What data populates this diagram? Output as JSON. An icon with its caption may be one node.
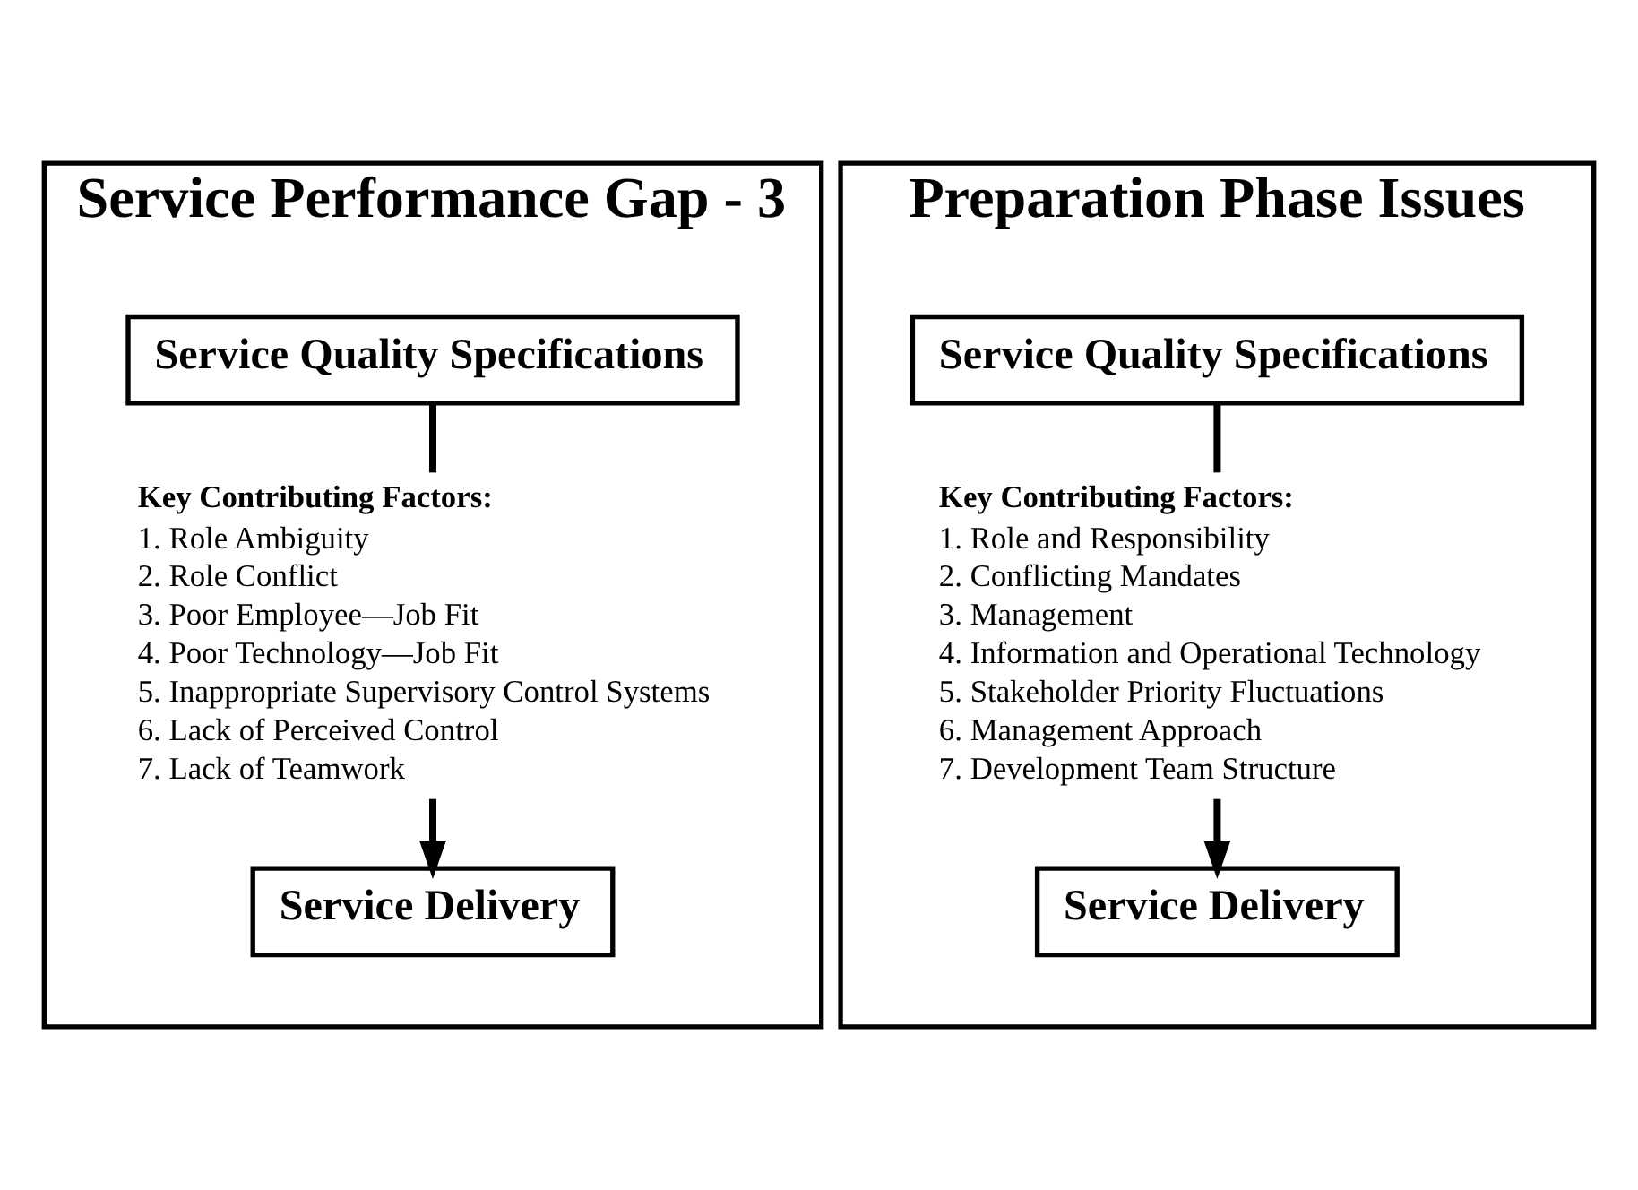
{
  "diagram": {
    "nodes": [
      {
        "text": [
          "Service Performance Gap - 3"
        ]
      },
      {
        "text": [
          "Service Quality Specifications"
        ],
        "in": 0
      },
      {
        "text": [
          "Key Contributing Factors:",
          "1. Role Ambiguity",
          "2. Role Conflict",
          "3. Poor Employee—Job Fit",
          "4. Poor Technology—Job Fit",
          "5. Inappropriate Supervisory Control Systems",
          "6. Lack of Perceived Control",
          "7. Lack of Teamwork"
        ],
        "in": 0
      },
      {
        "text": [
          "Service Delivery"
        ],
        "in": 0
      },
      {
        "text": [
          "Preparation Phase Issues"
        ]
      },
      {
        "text": [
          "Service Quality Specifications"
        ],
        "in": 4
      },
      {
        "text": [
          "Key Contributing Factors:",
          "1. Role and Responsibility",
          "2. Conflicting Mandates",
          "3. Management",
          "4. Information and Operational Technology",
          "5. Stakeholder Priority Fluctuations",
          "6. Management Approach",
          "7. Development Team Structure"
        ],
        "in": 4
      },
      {
        "text": [
          "Service Delivery"
        ],
        "in": 4
      }
    ],
    "edges": [
      {
        "from": 1,
        "to": 2,
        "arrow": "none"
      },
      {
        "from": 2,
        "to": 3,
        "arrow": "to"
      },
      {
        "from": 5,
        "to": 6,
        "arrow": "none"
      },
      {
        "from": 6,
        "to": 7,
        "arrow": "to"
      }
    ]
  }
}
